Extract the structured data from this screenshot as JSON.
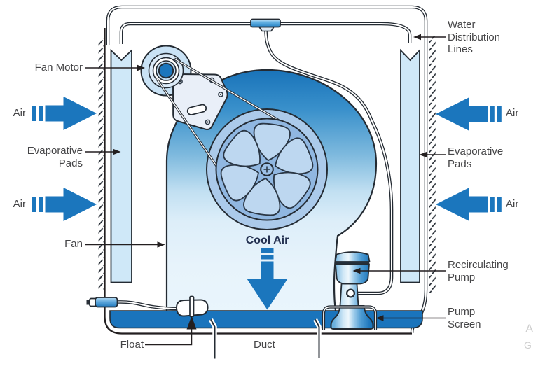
{
  "diagram": {
    "type": "evaporative-cooler-cutaway",
    "labels": {
      "fan_motor": "Fan Motor",
      "air": "Air",
      "evaporative_pads": "Evaporative\nPads",
      "fan": "Fan",
      "cool_air": "Cool Air",
      "float_label": "Float",
      "duct": "Duct",
      "water_distribution_lines": "Water\nDistribution\nLines",
      "recirculating_pump": "Recirculating\nPump",
      "pump_screen": "Pump\nScreen",
      "watermark_line1": "A",
      "watermark_line2": "G"
    },
    "colors": {
      "arrow_blue": "#1b76bd",
      "water_blue": "#1a74bc",
      "pad_blue": "#cfe8f8",
      "outline": "#231f20",
      "line_dark": "#242b33",
      "label_text": "#454547",
      "cool_air_text": "#233050",
      "watermark_gray": "#cfcfcf"
    }
  }
}
